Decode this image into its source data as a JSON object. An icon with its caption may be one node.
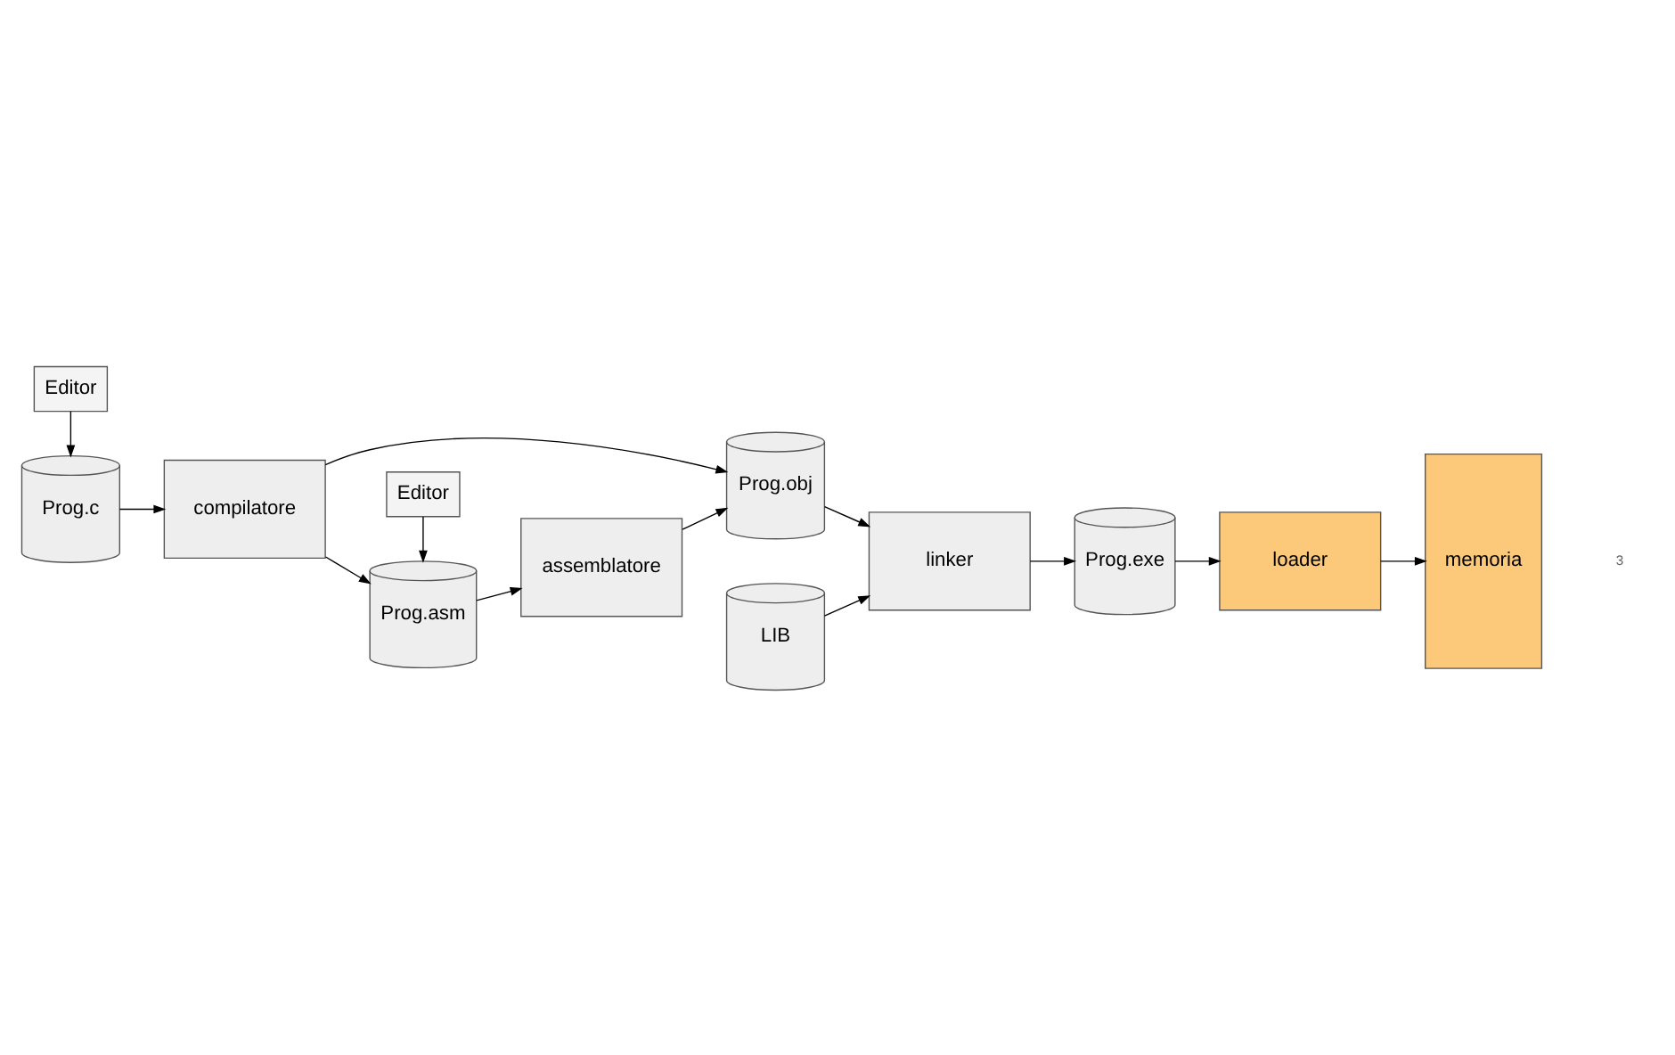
{
  "diagram": {
    "nodes": [
      {
        "text": [
          "Editor"
        ]
      },
      {
        "text": [
          "Editor"
        ]
      },
      {
        "text": [
          "Prog.c"
        ]
      },
      {
        "text": [
          "compilatore"
        ]
      },
      {
        "text": [
          "Prog.asm"
        ]
      },
      {
        "text": [
          "assemblatore"
        ]
      },
      {
        "text": [
          "Prog.obj"
        ]
      },
      {
        "text": [
          "linker"
        ]
      },
      {
        "text": [
          "Prog.exe"
        ]
      },
      {
        "text": [
          "loader"
        ]
      },
      {
        "text": [
          "memoria"
        ]
      },
      {
        "text": [
          "LIB"
        ]
      }
    ],
    "edges": [
      {
        "from": 0,
        "to": 2,
        "arrow": "to"
      },
      {
        "from": 1,
        "to": 4,
        "arrow": "to"
      },
      {
        "from": 2,
        "to": 3,
        "arrow": "to"
      },
      {
        "from": 3,
        "to": 4,
        "arrow": "to"
      },
      {
        "from": 3,
        "to": 6,
        "arrow": "to"
      },
      {
        "from": 4,
        "to": 5,
        "arrow": "to"
      },
      {
        "from": 5,
        "to": 6,
        "arrow": "to"
      },
      {
        "from": 6,
        "to": 7,
        "arrow": "to"
      },
      {
        "from": 11,
        "to": 7,
        "arrow": "to"
      },
      {
        "from": 7,
        "to": 8,
        "arrow": "to"
      },
      {
        "from": 8,
        "to": 9,
        "arrow": "to"
      },
      {
        "from": 9,
        "to": 10,
        "arrow": "to"
      }
    ],
    "labels": [
      "3"
    ]
  }
}
